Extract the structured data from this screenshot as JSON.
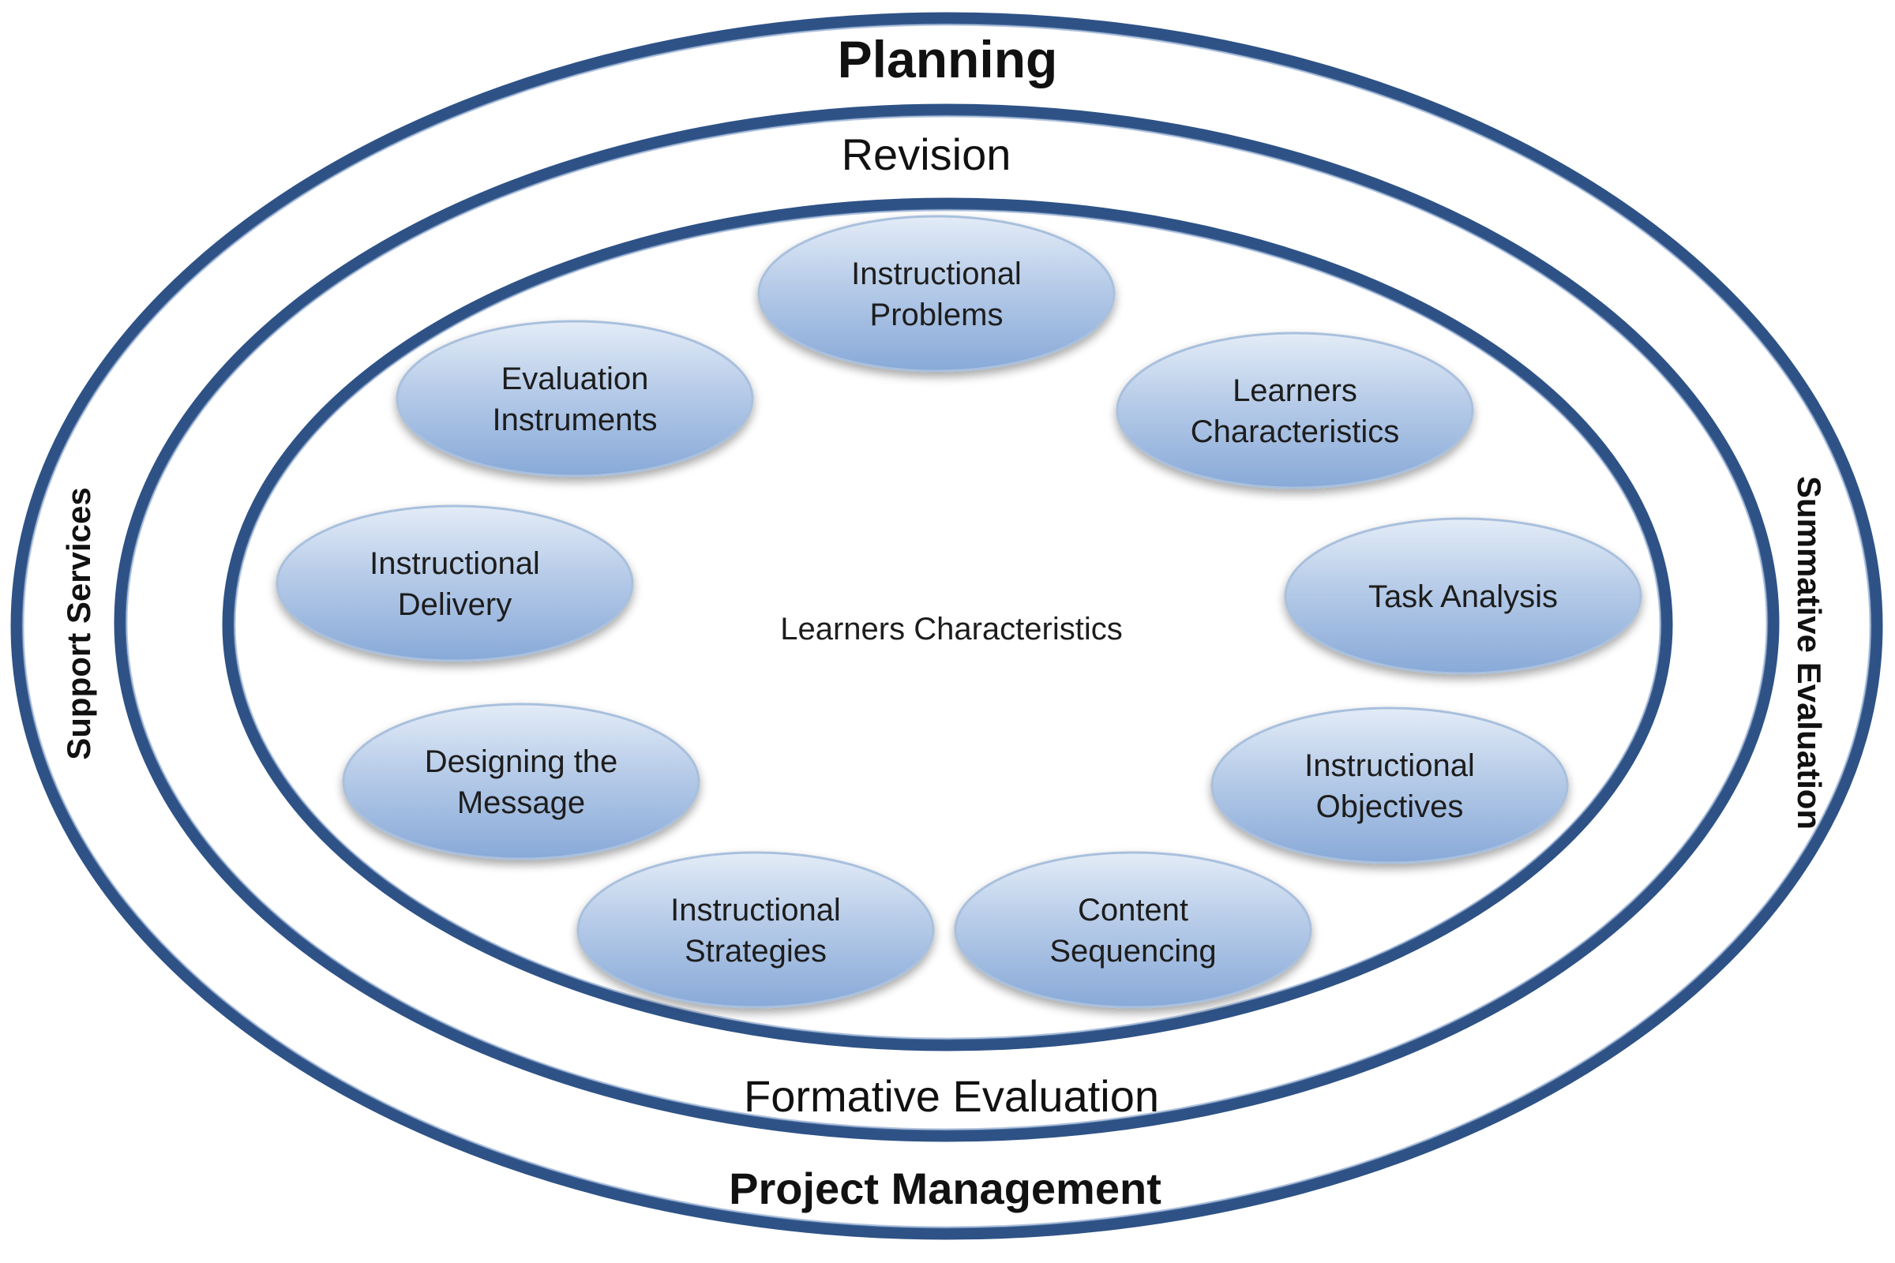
{
  "outer_ring": {
    "top_label": "Planning",
    "bottom_label": "Project Management",
    "left_label": "Support Services",
    "right_label": "Summative Evaluation"
  },
  "middle_ring": {
    "top_label": "Revision",
    "bottom_label": "Formative Evaluation"
  },
  "center": {
    "label": "Learners Characteristics"
  },
  "nodes": [
    {
      "id": "instructional-problems",
      "lines": [
        "Instructional",
        "Problems"
      ]
    },
    {
      "id": "learners-characteristics",
      "lines": [
        "Learners",
        "Characteristics"
      ]
    },
    {
      "id": "task-analysis",
      "lines": [
        "Task Analysis"
      ]
    },
    {
      "id": "instructional-objectives",
      "lines": [
        "Instructional",
        "Objectives"
      ]
    },
    {
      "id": "content-sequencing",
      "lines": [
        "Content",
        "Sequencing"
      ]
    },
    {
      "id": "instructional-strategies",
      "lines": [
        "Instructional",
        "Strategies"
      ]
    },
    {
      "id": "designing-the-message",
      "lines": [
        "Designing the",
        "Message"
      ]
    },
    {
      "id": "instructional-delivery",
      "lines": [
        "Instructional",
        "Delivery"
      ]
    },
    {
      "id": "evaluation-instruments",
      "lines": [
        "Evaluation",
        "Instruments"
      ]
    }
  ],
  "colors": {
    "ring_stroke": "#2e5286",
    "node_fill_light": "#dce7f4",
    "node_fill_dark": "#8eaedb",
    "node_border": "#a9c0dd"
  }
}
